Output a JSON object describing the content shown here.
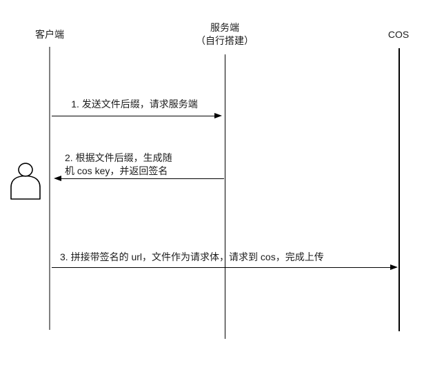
{
  "diagram": {
    "type": "sequence-diagram",
    "participants": [
      {
        "id": "client",
        "label": "客户端"
      },
      {
        "id": "server",
        "label_line1": "服务端",
        "label_line2": "（自行搭建）"
      },
      {
        "id": "cos",
        "label": "COS"
      }
    ],
    "messages": [
      {
        "label": "1. 发送文件后缀，请求服务端",
        "from": "客户端",
        "to": "服务端",
        "direction": "right"
      },
      {
        "label_line1": "2. 根据文件后缀，生成随",
        "label_line2": "机 cos key，并返回签名",
        "from": "服务端",
        "to": "客户端",
        "direction": "left"
      },
      {
        "label": "3. 拼接带签名的 url，文件作为请求体，请求到 cos，完成上传",
        "from": "客户端",
        "to": "COS",
        "direction": "right"
      }
    ],
    "icons": [
      {
        "name": "user-actor-icon",
        "position": "left-of-client-lifeline"
      }
    ],
    "colors": {
      "background": "#ffffff",
      "arrow_line": "#000000",
      "client_lifeline": "#7f7f7f",
      "server_lifeline": "#000000",
      "cos_lifeline": "#000000",
      "text": "#1c1c1c"
    }
  }
}
